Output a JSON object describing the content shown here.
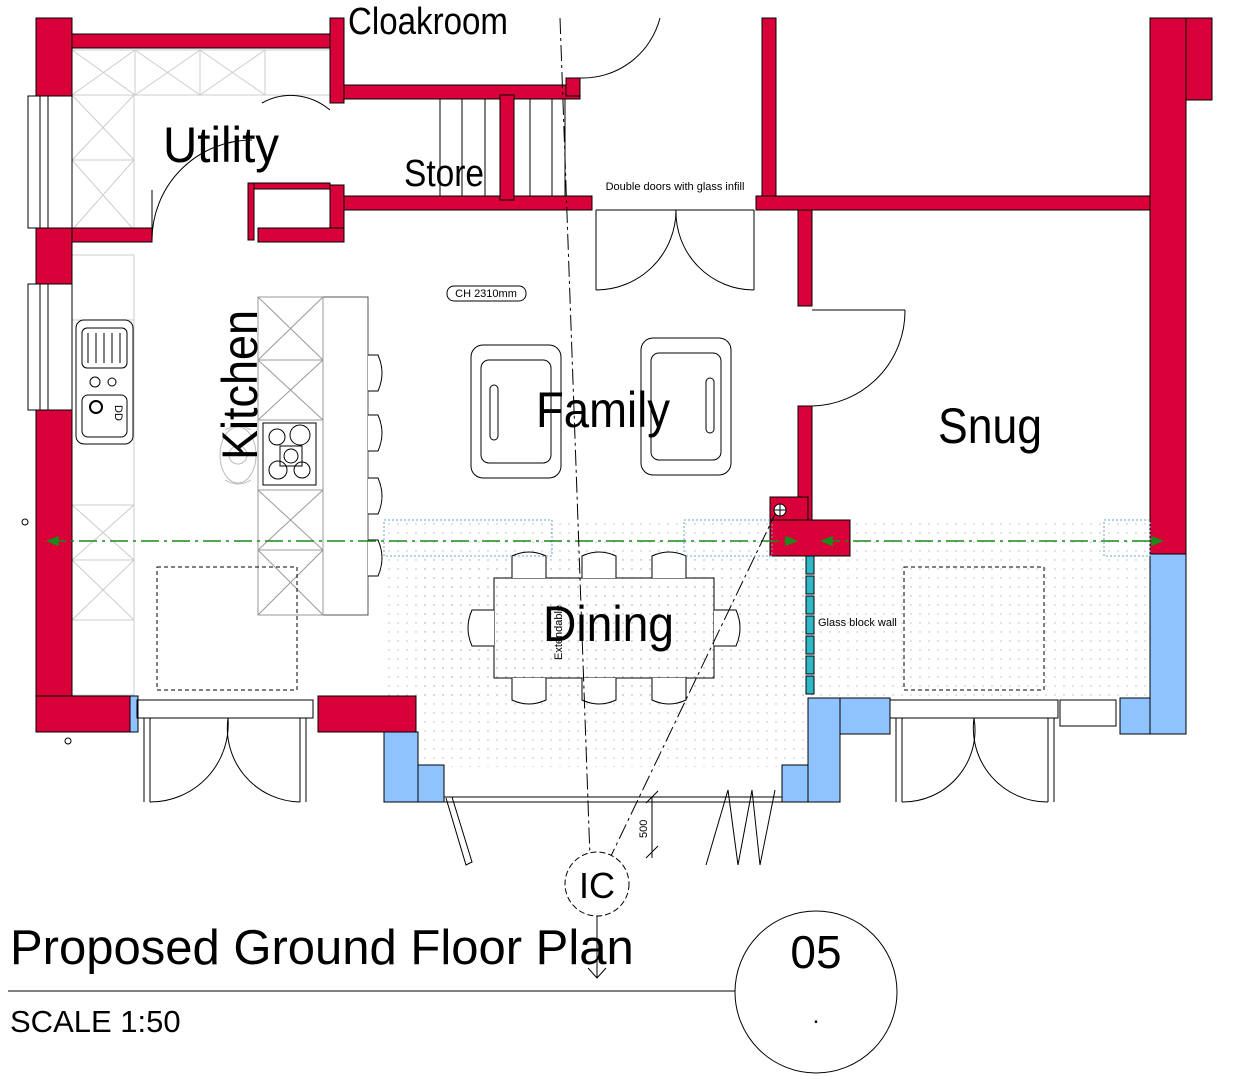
{
  "drawing": {
    "title": "Proposed Ground Floor Plan",
    "scale": "SCALE 1:50",
    "sheet_number": "05",
    "sheet_sub": "."
  },
  "rooms": {
    "cloakroom": "Cloakroom",
    "utility": "Utility",
    "store": "Store",
    "kitchen": "Kitchen",
    "family": "Family",
    "snug": "Snug",
    "dining": "Dining"
  },
  "annotations": {
    "double_doors": "Double doors with glass infill",
    "ceiling_height": "CH 2310mm",
    "glass_block_wall": "Glass block wall",
    "extendable": "Extendable",
    "dimension": "500",
    "section_marker": "IC",
    "dishwasher": "DD"
  },
  "colors": {
    "existing_wall": "#d9003a",
    "new_wall": "#8fc3ff",
    "section_line": "#1a8a1a",
    "glass_block": "#2fb8c8"
  }
}
